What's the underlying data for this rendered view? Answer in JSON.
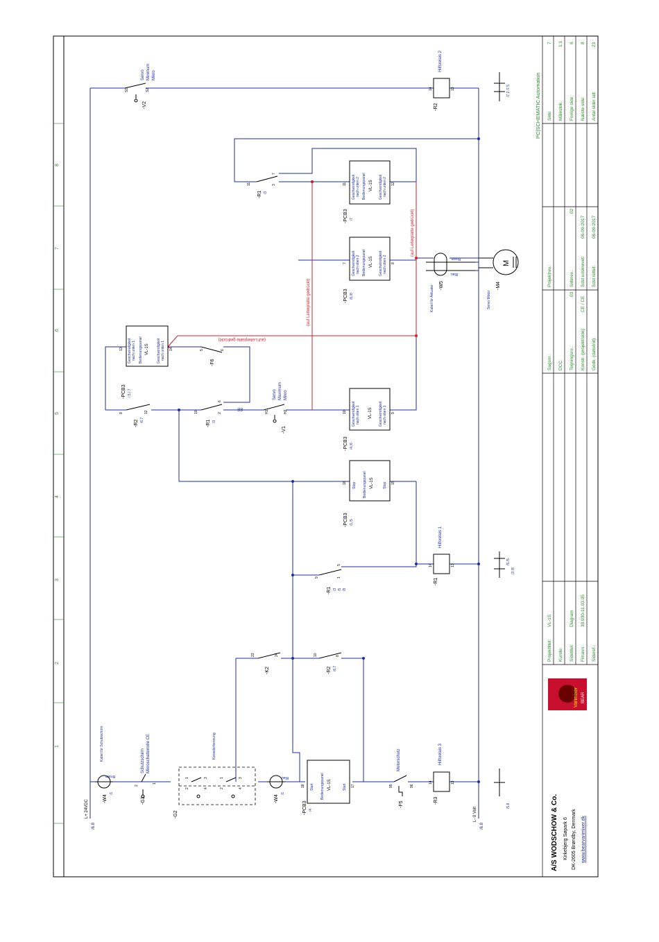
{
  "supply": {
    "top": "L+ 24VDC",
    "bottom": "L- 0 Volt",
    "ref_top": "/6.8",
    "ref_bottom": "/6.8"
  },
  "grid_numbers": [
    "1",
    "2",
    "3",
    "4",
    "5",
    "6",
    "7",
    "8"
  ],
  "components": {
    "w4_top": {
      "tag": "-W4",
      "ref": "/1",
      "cable": "Kabel für Schutzschirm",
      "core": "Brown"
    },
    "g3": {
      "tag": "-G3",
      "label1": "Schutzschirm",
      "label2": "Mikroschalterrolle CE",
      "p1": "2",
      "p2": "1"
    },
    "g2": {
      "tag": "-G2",
      "label": "Kesselerkennung",
      "pins": [
        "1",
        "2",
        "3",
        "4",
        "1",
        "2",
        "3",
        "4"
      ]
    },
    "w4_bot": {
      "tag": "-W4",
      "ref": "/1",
      "core": "Blau"
    },
    "pcb3_start": {
      "tag": "-PCB3",
      "ref": "/4",
      "l1": "Bedienungspanel",
      "l2": "VL-1S",
      "l3": "Start",
      "l4": "Start",
      "p_in": "18",
      "p_out": "17"
    },
    "f5": {
      "tag": "-F5",
      "label": "Motorschutz",
      "p1": "95",
      "p2": "96"
    },
    "r3": {
      "tag": "-R3",
      "label": "Hilfsrelais 3",
      "p1": "14",
      "p2": "13",
      "contacts": "/5.8"
    },
    "k2": {
      "tag": "-K2",
      "p1": "23",
      "p2": "24"
    },
    "r2_a": {
      "tag": "-R2",
      "ref": "/6.7",
      "p1": "10",
      "p2": "8"
    },
    "r1_self": {
      "tag": "-R1",
      "ref1": "/3",
      "ref2": "/5",
      "ref3": "/8",
      "p1": "9",
      "p2": "5",
      "p3": "1"
    },
    "r1_coil": {
      "tag": "-R1",
      "label": "Hilfsrelais 1",
      "p1": "14",
      "p2": "13",
      "contacts_top": "/5 /5",
      "contacts_bot": "/3 /8"
    },
    "pcb3_stop": {
      "tag": "-PCB3",
      "ref": "/1,/5",
      "l1": "Stop",
      "l2": "Bedienungspanel",
      "l3": "VL-1S",
      "l4": "Stop",
      "p_in": "16",
      "p_out": "15"
    },
    "r2_b": {
      "tag": "-R2",
      "ref": "/6.7",
      "p1": "8",
      "p2": "12"
    },
    "r1_b": {
      "tag": "-R1",
      "ref": "/3",
      "p1": "10",
      "p2": "2",
      "p3": "6"
    },
    "v1": {
      "tag": "-V1",
      "l1": "Servo",
      "l2": "Maximum",
      "l3": "Mikro",
      "p1": "H1",
      "p2": "H2"
    },
    "ee": "EE",
    "pcb3_down1": {
      "tag": "-PCB3",
      "ref": "/.5,/.7",
      "l1": "Geschwindigkeit",
      "l2": "nach unten 1",
      "l3": "Bedienungspanel",
      "l4": "VL-1S",
      "l5": "Geschwindigkeit",
      "l6": "nach unten 1",
      "p1": "13",
      "p2": "14"
    },
    "f6": {
      "tag": "-F6",
      "p1": "5",
      "p2": "6"
    },
    "red_note_h": "(auf Leiterplatte gedrückt)",
    "pcb3_up1": {
      "tag": "-PCB3",
      "ref": "/4,/6",
      "l1": "Geschwindigkeit",
      "l2": "nach oben 1",
      "l3": "VL-1S",
      "l4": "Geschwindigkeit",
      "l5": "nach oben 1",
      "p1": "10",
      "p2": "9"
    },
    "pcb3_up2": {
      "tag": "-PCB3",
      "ref": "/6,/8",
      "l1": "Geschwindigkeit",
      "l2": "nach oben 2",
      "l3": "Bedienungspanel",
      "l4": "VL-1S",
      "l5": "Geschwindigkeit",
      "l6": "nach oben 2",
      "p1": "7",
      "p2": "8"
    },
    "pcb3_down2": {
      "tag": "-PCB3",
      "ref": "/7",
      "l1": "Geschwindigkeit",
      "l2": "nach unten 2",
      "l3": "Bedienungspanel",
      "l4": "VL-1S",
      "l5": "Geschwindigkeit",
      "l6": "nach unten 2",
      "p1": "11",
      "p2": "12"
    },
    "red_note_v1": "(auf Leiterplatte gedrückt)",
    "red_note_v2": "(auf Leiterplatte gedrückt)",
    "r1_c": {
      "tag": "-R1",
      "ref": "/3",
      "p1": "11",
      "p2": "3",
      "p3": "7"
    },
    "w5": {
      "tag": "-W5",
      "label": "Kabel für Aktuator",
      "c1": "Braun",
      "c2": "Blau"
    },
    "m4": {
      "tag": "-M4",
      "label": "Servo Motor",
      "symbol": "M"
    },
    "v2": {
      "tag": "-V2",
      "l1": "Servo",
      "l2": "Minimum",
      "l3": "Mikro",
      "p1": "S1",
      "p2": "S2"
    },
    "r2_coil": {
      "tag": "-R2",
      "label": "Hilfsrelais 2",
      "p1": "14",
      "p2": "13",
      "contacts": "/7.2 /7.5"
    }
  },
  "title_block": {
    "company": "A/S WODSCHOW & Co.",
    "address1": "Kirkebjerg Søpark 6",
    "address2": "DK-2605 Brøndby, Denmark",
    "web": "www.bearvarimixer.dk",
    "logo1": "Varimixer",
    "logo2": "BEAR",
    "project_title_label": "Projekttitel:",
    "project_title": "VL-1S",
    "customer_label": "Kunde:",
    "customer": "",
    "page_title_label": "Sidetitel:",
    "page_title": "Diagram",
    "filename_label": "Filnavn:",
    "filename": "30.030-11.03.05",
    "pageref_label": "Sideref.:",
    "pageref": "",
    "case_label": "Sagsnr.:",
    "case": "",
    "dcc_label": "DCC:",
    "dcc": "",
    "drawing_label": "Tegningsnr.:",
    "drawing": "03",
    "constr_label": "Konstr. (projekt/side):",
    "constr": "CE / CE",
    "approved_label": "Godk. (dato/init):",
    "approved": "",
    "projrev_label": "Projektrev.:",
    "projrev": "",
    "pagerev_label": "Siderev.:",
    "pagerev": "02",
    "printed_label": "Sdst udskrevet:",
    "printed": "06-09-2017",
    "corrected_label": "Sdst rettet:",
    "corrected": "06-09-2017",
    "brand": "PC|SCHEMATIC Automation",
    "page_label": "Side",
    "page": "7",
    "scale_label": "Målestok:",
    "scale": "1:1",
    "prev_label": "Forrige side:",
    "prev": "6",
    "next_label": "Næste side:",
    "next": "8",
    "total_label": "Antal sider ialt:",
    "total": "23"
  }
}
